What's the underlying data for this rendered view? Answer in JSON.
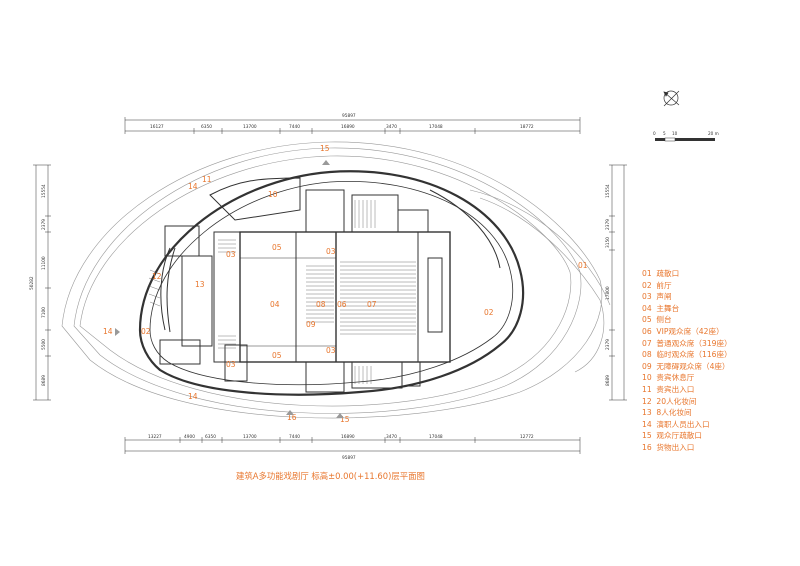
{
  "rooms": {
    "r01": "01",
    "r02a": "02",
    "r02b": "02",
    "r03a": "03",
    "r03b": "03",
    "r03c": "03",
    "r03d": "03",
    "r04": "04",
    "r05a": "05",
    "r05b": "05",
    "r06": "06",
    "r07": "07",
    "r08": "08",
    "r09": "09",
    "r10": "10",
    "r11": "11",
    "r12": "12",
    "r13": "13",
    "r14a": "14",
    "r14b": "14",
    "r14c": "14",
    "r15a": "15",
    "r15b": "15",
    "r16": "16"
  },
  "dimensions": {
    "top_total": "95897",
    "top": [
      "16127",
      "6350",
      "13700",
      "7440",
      "16890",
      "3470",
      "17048",
      "18772"
    ],
    "bottom_total": "95897",
    "bottom": [
      "13227",
      "4900",
      "6350",
      "13700",
      "7440",
      "16890",
      "3470",
      "17048",
      "12772"
    ],
    "left_total": "50282",
    "left": [
      "15554",
      "2379",
      "11100",
      "7100",
      "5500",
      "8689"
    ],
    "right": [
      "15554",
      "2379",
      "3150",
      "17800",
      "2379",
      "8689"
    ]
  },
  "scale_bar": {
    "labels": [
      "0",
      "5",
      "10",
      "20 m"
    ]
  },
  "legend": [
    {
      "num": "01",
      "text": "疏散口"
    },
    {
      "num": "02",
      "text": "前厅"
    },
    {
      "num": "03",
      "text": "声闸"
    },
    {
      "num": "04",
      "text": "主舞台"
    },
    {
      "num": "05",
      "text": "侧台"
    },
    {
      "num": "06",
      "text": "VIP观众席（42座）"
    },
    {
      "num": "07",
      "text": "普通观众席（319座）"
    },
    {
      "num": "08",
      "text": "临时观众席（116座）"
    },
    {
      "num": "09",
      "text": "无障碍观众席（4座）"
    },
    {
      "num": "10",
      "text": "贵宾休息厅"
    },
    {
      "num": "11",
      "text": "贵宾出入口"
    },
    {
      "num": "12",
      "text": "20人化妆间"
    },
    {
      "num": "13",
      "text": "8人化妆间"
    },
    {
      "num": "14",
      "text": "演职人员出入口"
    },
    {
      "num": "15",
      "text": "观众厅疏散口"
    },
    {
      "num": "16",
      "text": "货物出入口"
    }
  ],
  "caption": "建筑A多功能戏剧厅 标高±0.00(+11.60)层平面图",
  "colors": {
    "accent": "#e8762d",
    "line": "#333333",
    "light": "#9a9a9a"
  }
}
